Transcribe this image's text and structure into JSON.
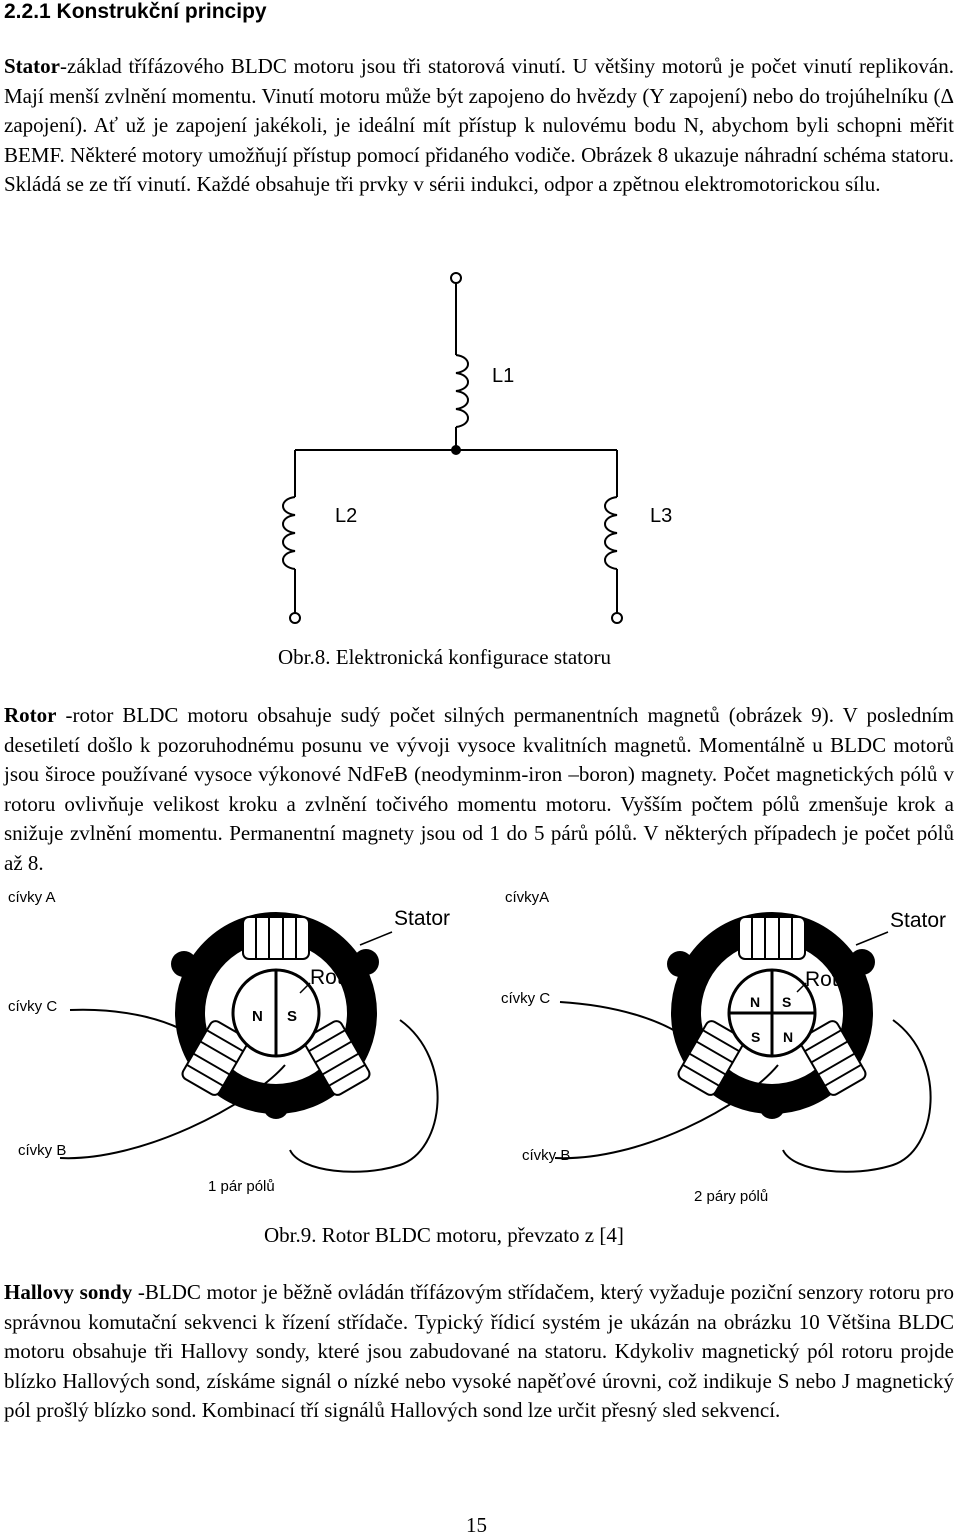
{
  "section_heading": "2.2.1 Konstrukční principy",
  "stator_paragraph": {
    "term": "Stator",
    "text": "-základ třífázového BLDC motoru jsou tři statorová vinutí. U většiny motorů je počet vinutí replikován. Mají menší zvlnění momentu. Vinutí motoru může být zapojeno do hvězdy (Y zapojení) nebo do trojúhelníku (Δ zapojení). Ať už je zapojení jakékoli, je ideální mít přístup k nulovému bodu N, abychom byli schopni měřit BEMF. Některé motory umožňují přístup pomocí přidaného vodiče. Obrázek 8 ukazuje náhradní schéma statoru. Skládá se ze tří vinutí. Každé obsahuje tři prvky v sérii indukci, odpor a zpětnou elektromotorickou sílu."
  },
  "figure8": {
    "labels": {
      "l1": "L1",
      "l2": "L2",
      "l3": "L3"
    },
    "caption": "Obr.8. Elektronická konfigurace statoru"
  },
  "rotor_paragraph": {
    "term": "Rotor",
    "text": " -rotor BLDC motoru obsahuje sudý počet silných permanentních magnetů (obrázek 9). V posledním desetiletí došlo k pozoruhodnému posunu ve vývoji vysoce kvalitních magnetů. Momentálně u BLDC motorů jsou široce používané vysoce výkonové NdFeB (neodyminm-iron –boron) magnety. Počet magnetických pólů v rotoru ovlivňuje velikost kroku a zvlnění točivého momentu motoru. Vyšším počtem pólů zmenšuje krok a snižuje zvlnění momentu. Permanentní magnety jsou od 1 do 5 párů pólů. V některých případech je počet pólů až 8."
  },
  "figure9": {
    "left": {
      "coil_a": "cívky A",
      "coil_c": "cívky C",
      "coil_b": "cívky B",
      "stator": "Stator",
      "rotor": "Rotor",
      "pole_n": "N",
      "pole_s": "S",
      "pole_count": "1 pár pólů"
    },
    "right": {
      "coil_a": "cívkyA",
      "coil_c": "cívky C",
      "coil_b": "cívky B",
      "stator": "Stator",
      "rotor": "Rotor",
      "pole_tl": "N",
      "pole_tr": "S",
      "pole_bl": "S",
      "pole_br": "N",
      "pole_count": "2 páry pólů"
    },
    "caption": "Obr.9. Rotor BLDC motoru, převzato z [4]"
  },
  "hall_paragraph": {
    "term": "Hallovy sondy",
    "text": " -BLDC motor je běžně ovládán třífázovým střídačem, který vyžaduje poziční senzory rotoru pro správnou komutační sekvenci k řízení střídače. Typický řídicí systém je ukázán na obrázku 10 Většina BLDC motoru obsahuje tři Hallovy sondy, které jsou zabudované na statoru. Kdykoliv magnetický pól rotoru projde blízko Hallových sond, získáme signál o nízké nebo vysoké napěťové úrovni, což indikuje S nebo J magnetický pól prošlý blízko sond. Kombinací tří signálů Hallových sond lze určit přesný sled sekvencí."
  },
  "page_number": "15"
}
